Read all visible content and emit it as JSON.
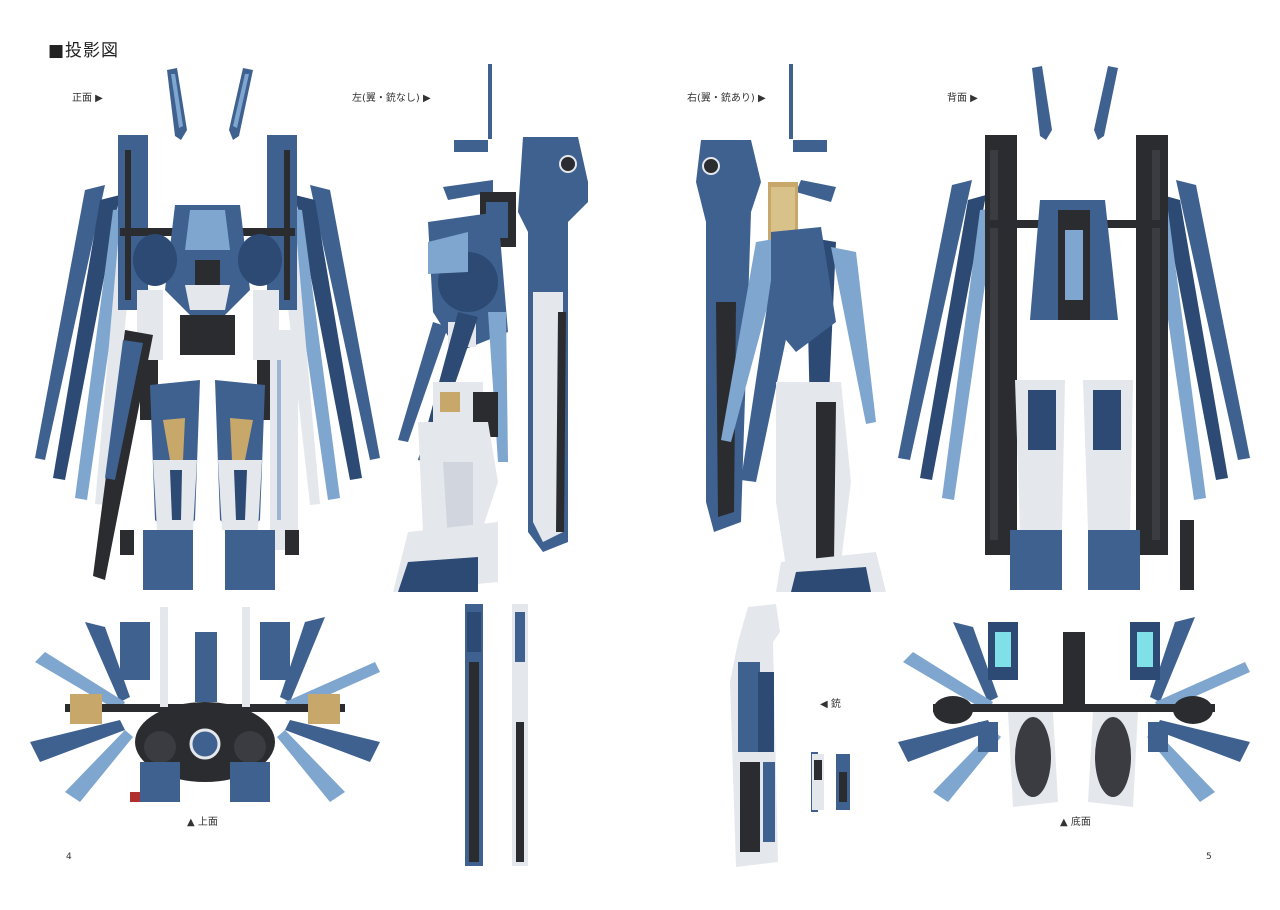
{
  "page": {
    "title": "■投影図",
    "labels": {
      "front": "正面 ▶",
      "left": "左(翼・銃なし) ▶",
      "right": "右(翼・銃あり) ▶",
      "back": "背面 ▶",
      "top": "▲ 上面",
      "bottom": "▲ 底面",
      "gun": "◀ 銃"
    },
    "page_numbers": {
      "left": "4",
      "right": "5"
    }
  },
  "colors": {
    "armor_blue": "#3f6190",
    "dark_blue": "#2c4a73",
    "light_blue": "#7fa6cf",
    "white_armor": "#e4e7ec",
    "frame_black": "#2a2c30",
    "gold": "#c8a86a",
    "cyan_light": "#7fe0e8"
  }
}
